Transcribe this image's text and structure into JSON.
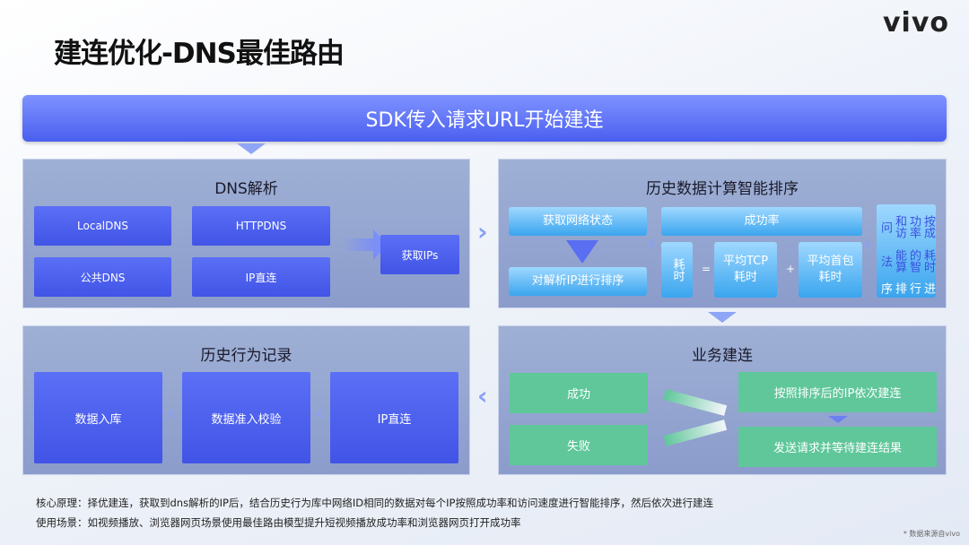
{
  "title": "建连优化-DNS最佳路由",
  "logo": "vivo",
  "banner": "SDK传入请求URL开始建连",
  "dns": {
    "title": "DNS解析",
    "items": [
      "LocalDNS",
      "HTTPDNS",
      "公共DNS",
      "IP直连"
    ],
    "result": "获取IPs"
  },
  "sort": {
    "title": "历史数据计算智能排序",
    "net": "获取网络状态",
    "ipsort": "对解析IP进行排序",
    "success": "成功率",
    "time": "耗时",
    "eq": "=",
    "tcp": "平均TCP耗时",
    "plus": "+",
    "first": "平均首包耗时",
    "algo": {
      "c1": "按成功率和访问",
      "c2": "耗时的智能算法",
      "c3": "进行排序"
    }
  },
  "history": {
    "title": "历史行为记录",
    "items": [
      "数据入库",
      "数据准入校验",
      "IP直连"
    ]
  },
  "biz": {
    "title": "业务建连",
    "ok": "成功",
    "fail": "失败",
    "seq": "按照排序后的IP依次建连",
    "send": "发送请求并等待建连结果"
  },
  "notes": [
    "核心原理：择优建连，获取到dns解析的IP后，结合历史行为库中网络ID相同的数据对每个IP按照成功率和访问速度进行智能排序，然后依次进行建连",
    "使用场景：如视频播放、浏览器网页场景使用最佳路由模型提升短视频播放成功率和浏览器网页打开成功率"
  ],
  "source": "* 数据来源自vivo"
}
